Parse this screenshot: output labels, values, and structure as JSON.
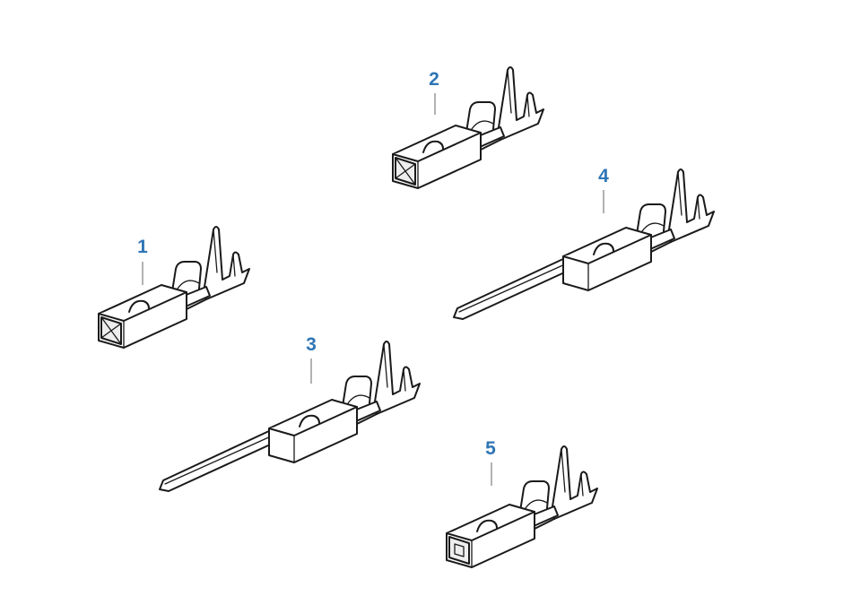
{
  "callouts": [
    {
      "label": "1",
      "type": "female-socket"
    },
    {
      "label": "2",
      "type": "female-socket"
    },
    {
      "label": "3",
      "type": "male-pin"
    },
    {
      "label": "4",
      "type": "male-pin"
    },
    {
      "label": "5",
      "type": "female-socket-compact"
    }
  ],
  "colors": {
    "callout": "#2e75b6",
    "line": "#1a1a1a",
    "leader": "#666666"
  }
}
